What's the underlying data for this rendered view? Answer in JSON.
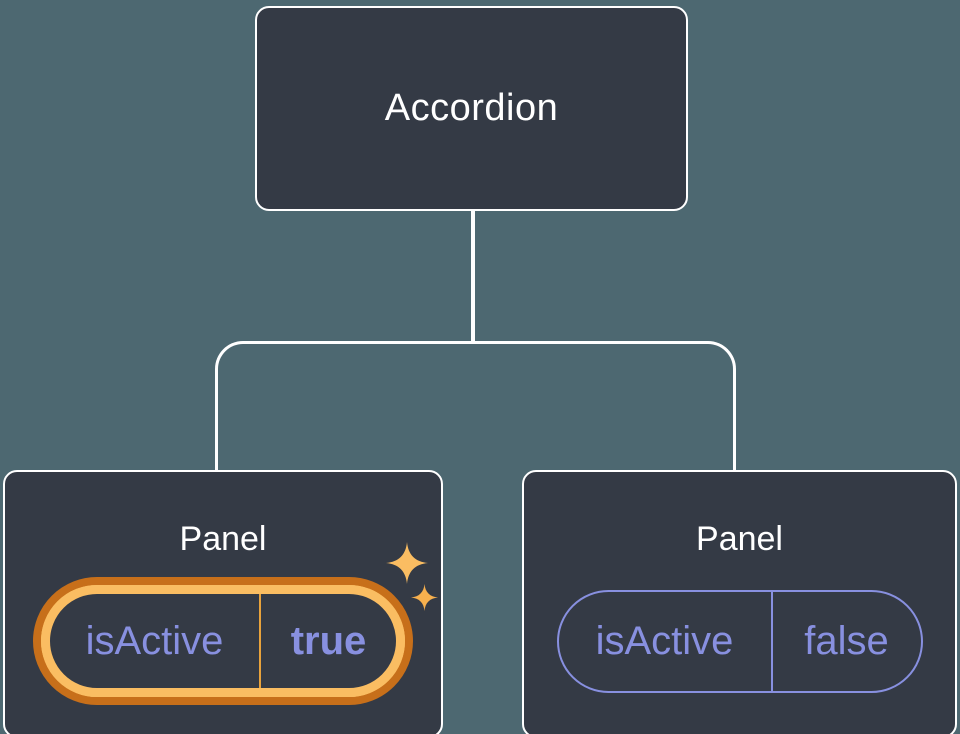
{
  "diagram": {
    "root": {
      "label": "Accordion"
    },
    "panels": [
      {
        "title": "Panel",
        "state_key": "isActive",
        "state_value": "true",
        "active": true,
        "decoration": "sparkles"
      },
      {
        "title": "Panel",
        "state_key": "isActive",
        "state_value": "false",
        "active": false,
        "decoration": "none"
      }
    ]
  },
  "icons": {
    "sparkle_large": "sparkle-icon",
    "sparkle_small": "sparkle-icon"
  },
  "colors": {
    "background": "#4d6871",
    "node_fill": "#343a45",
    "node_border": "#ffffff",
    "node_text": "#ffffff",
    "state_text": "#8890e0",
    "inactive_pill_border": "#8890e0",
    "active_ring_outer": "#c76f1a",
    "active_ring_inner": "#fabd62",
    "active_divider": "#e9a33c",
    "sparkle_gold": "#fabd62",
    "sparkle_gold_deep": "#f7b04e"
  }
}
